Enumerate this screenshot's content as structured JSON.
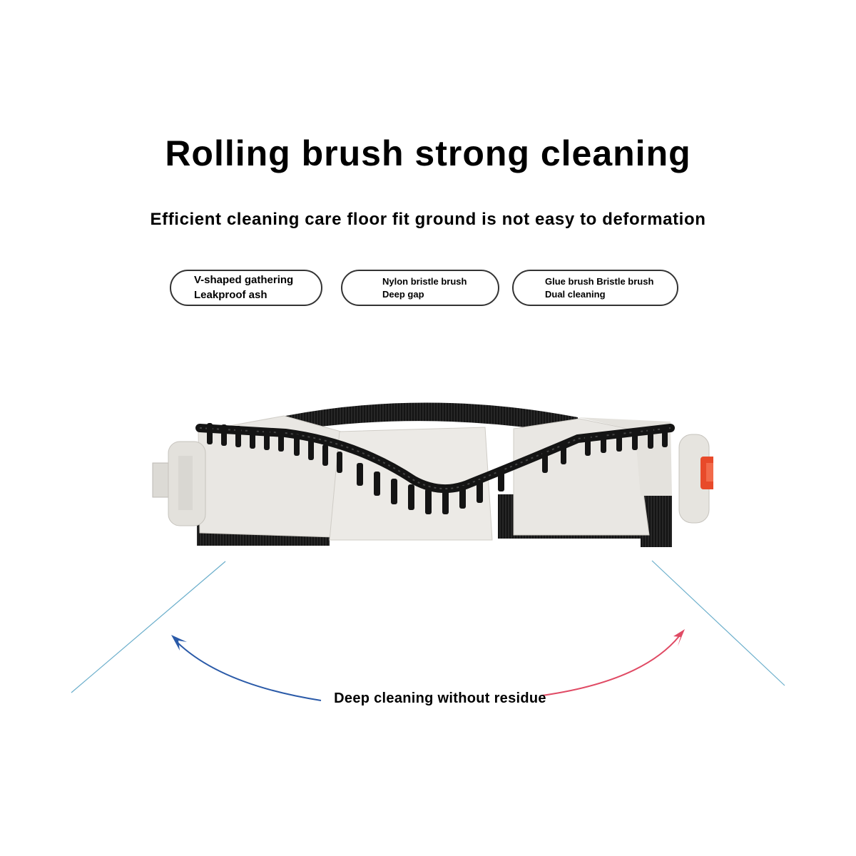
{
  "header": {
    "title": "Rolling brush strong cleaning",
    "subtitle": "Efficient cleaning care floor fit ground is not easy to deformation"
  },
  "features": [
    {
      "line1": "V-shaped gathering",
      "line2": "Leakproof ash"
    },
    {
      "line1": "Nylon bristle brush",
      "line2": "Deep gap"
    },
    {
      "line1": "Glue brush Bristle brush",
      "line2": "Dual cleaning"
    }
  ],
  "caption": "Deep cleaning without residue",
  "colors": {
    "frame": "#e9e7e3",
    "bristles": "#141414",
    "end_cap": "#e84a2a",
    "guide_lines": "#6aaecb",
    "arrow_left": "#2a5aa8",
    "arrow_right": "#e04a64"
  },
  "icons": {
    "product_image": "roller-brush-icon",
    "left_arrow": "curved-arrow-left-icon",
    "right_arrow": "curved-arrow-right-icon"
  }
}
